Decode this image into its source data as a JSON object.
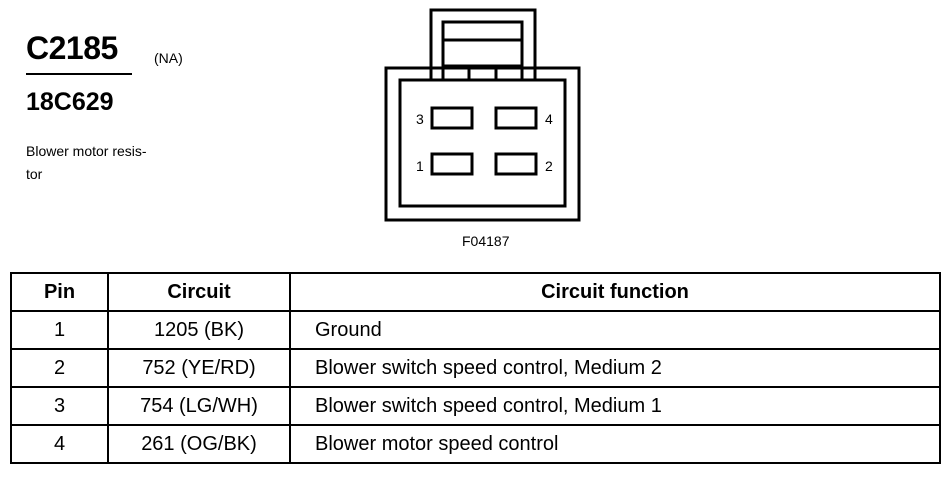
{
  "header": {
    "connector_id": "C2185",
    "region": "(NA)",
    "part_number": "18C629",
    "description": "Blower motor resis-\ntor"
  },
  "diagram": {
    "figure_id": "F04187",
    "pin_labels": [
      "3",
      "4",
      "1",
      "2"
    ]
  },
  "table": {
    "headers": [
      "Pin",
      "Circuit",
      "Circuit function"
    ],
    "rows": [
      {
        "pin": "1",
        "circuit": "1205 (BK)",
        "function": "Ground"
      },
      {
        "pin": "2",
        "circuit": "752 (YE/RD)",
        "function": "Blower switch speed control, Medium 2"
      },
      {
        "pin": "3",
        "circuit": "754 (LG/WH)",
        "function": "Blower switch speed control, Medium 1"
      },
      {
        "pin": "4",
        "circuit": "261 (OG/BK)",
        "function": "Blower motor speed control"
      }
    ]
  }
}
